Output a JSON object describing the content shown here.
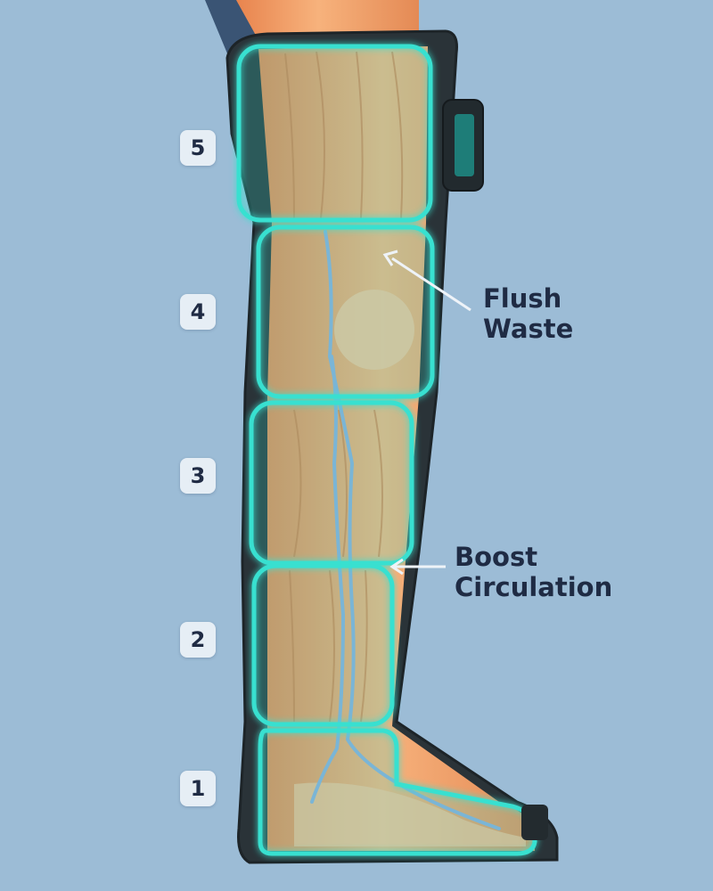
{
  "zones": [
    {
      "number": "5"
    },
    {
      "number": "4"
    },
    {
      "number": "3"
    },
    {
      "number": "2"
    },
    {
      "number": "1"
    }
  ],
  "callouts": {
    "flush": {
      "line1": "Flush",
      "line2": "Waste"
    },
    "boost": {
      "line1": "Boost",
      "line2": "Circulation"
    }
  },
  "colors": {
    "background": "#9cbcd6",
    "glow": "#39e0d0",
    "sleeve": "#2a3338",
    "text": "#1f2b44",
    "skin": "#f0a06a",
    "vein": "#8fa8d8"
  },
  "icons": {
    "controller": "controller-unit-icon",
    "arrow": "arrow-pointer-icon"
  }
}
